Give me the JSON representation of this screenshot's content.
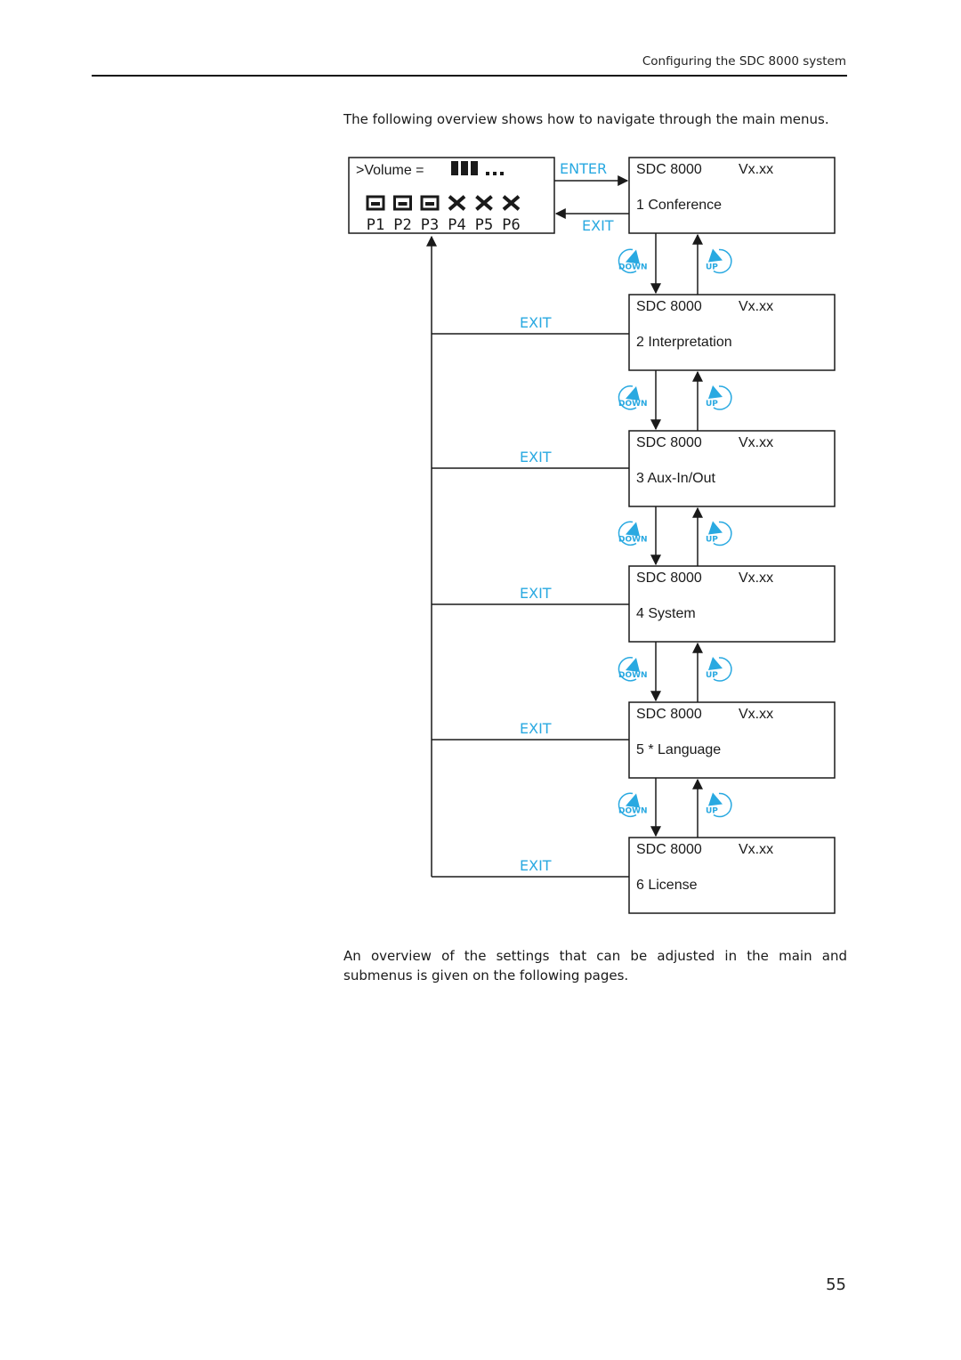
{
  "header": {
    "title": "Configuring the SDC 8000 system"
  },
  "intro": "The following overview shows how to navigate through the main menus.",
  "outro": "An overview of the settings that can be adjusted in the main and submenus is given on the following pages.",
  "page_number": "55",
  "colors": {
    "accent": "#29a9e1",
    "line": "#1a1a1a"
  },
  "home_display": {
    "volume_label": ">Volume =",
    "volume_bars_filled": 3,
    "channels": [
      {
        "label": "P1",
        "active": true
      },
      {
        "label": "P2",
        "active": true
      },
      {
        "label": "P3",
        "active": true
      },
      {
        "label": "P4",
        "active": false
      },
      {
        "label": "P5",
        "active": false
      },
      {
        "label": "P6",
        "active": false
      }
    ]
  },
  "nav": {
    "enter": "ENTER",
    "exit": "EXIT",
    "down": "DOWN",
    "up": "UP"
  },
  "menus": [
    {
      "device": "SDC 8000",
      "version": "Vx.xx",
      "item": "1 Conference"
    },
    {
      "device": "SDC 8000",
      "version": "Vx.xx",
      "item": "2 Interpretation"
    },
    {
      "device": "SDC 8000",
      "version": "Vx.xx",
      "item": "3 Aux-In/Out"
    },
    {
      "device": "SDC 8000",
      "version": "Vx.xx",
      "item": "4 System"
    },
    {
      "device": "SDC 8000",
      "version": "Vx.xx",
      "item": "5 * Language"
    },
    {
      "device": "SDC 8000",
      "version": "Vx.xx",
      "item": "6 License"
    }
  ]
}
